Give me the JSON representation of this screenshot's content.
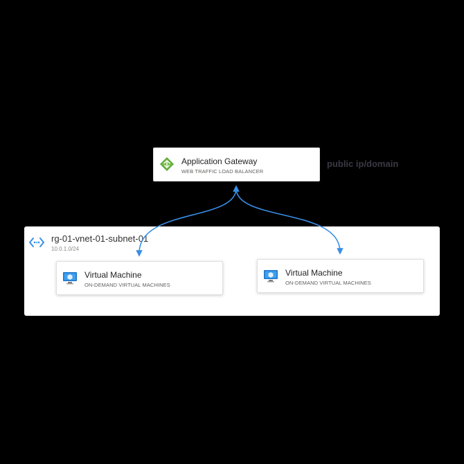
{
  "gateway": {
    "title": "Application Gateway",
    "subtitle": "WEB TRAFFIC LOAD BALANCER",
    "icon": "application-gateway-icon"
  },
  "public_label": "public ip/domain",
  "subnet": {
    "title": "rg-01-vnet-01-subnet-01",
    "cidr": "10.0.1.0/24",
    "icon": "subnet-icon"
  },
  "vms": [
    {
      "title": "Virtual Machine",
      "subtitle": "ON-DEMAND VIRTUAL MACHINES",
      "icon": "virtual-machine-icon"
    },
    {
      "title": "Virtual Machine",
      "subtitle": "ON-DEMAND VIRTUAL MACHINES",
      "icon": "virtual-machine-icon"
    }
  ],
  "colors": {
    "background": "#000000",
    "connector": "#3a8ee6",
    "gateway_green": "#5ea83a",
    "vm_blue": "#1e73c8"
  }
}
